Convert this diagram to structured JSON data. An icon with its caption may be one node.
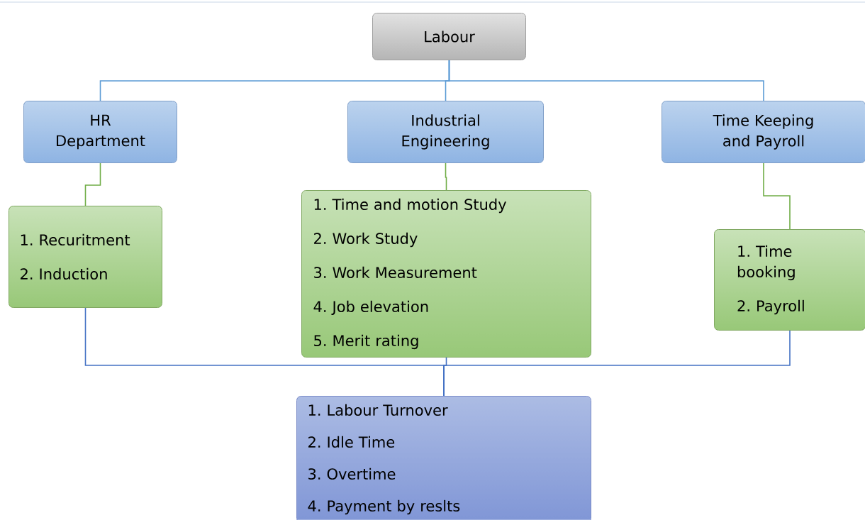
{
  "diagram": {
    "nodes": [
      {
        "text": [
          "Labour"
        ]
      },
      {
        "text": [
          "HR Department"
        ]
      },
      {
        "text": [
          "Industrial Engineering"
        ]
      },
      {
        "text": [
          "Time Keeping and Payroll"
        ]
      },
      {
        "text": [
          "1. Recuritment",
          "2. Induction"
        ]
      },
      {
        "text": [
          "1. Time and motion Study",
          "2. Work Study",
          "3. Work Measurement",
          "4. Job elevation",
          "5. Merit rating"
        ]
      },
      {
        "text": [
          "1. Time booking",
          "2. Payroll"
        ]
      },
      {
        "text": [
          "1. Labour Turnover",
          "2. Idle Time",
          "3. Overtime",
          "4. Payment by reslts"
        ]
      }
    ],
    "edges": [
      {
        "from": 0,
        "to": 1,
        "arrow": "none"
      },
      {
        "from": 0,
        "to": 2,
        "arrow": "none"
      },
      {
        "from": 0,
        "to": 3,
        "arrow": "none"
      },
      {
        "from": 1,
        "to": 4,
        "arrow": "none",
        "color": "#70ad47"
      },
      {
        "from": 2,
        "to": 5,
        "arrow": "none",
        "color": "#70ad47"
      },
      {
        "from": 3,
        "to": 6,
        "arrow": "none",
        "color": "#70ad47"
      },
      {
        "from": 4,
        "to": 7,
        "arrow": "none",
        "color": "#4472c4"
      },
      {
        "from": 5,
        "to": 7,
        "arrow": "none",
        "color": "#4472c4"
      },
      {
        "from": 6,
        "to": 7,
        "arrow": "none",
        "color": "#4472c4"
      }
    ]
  }
}
